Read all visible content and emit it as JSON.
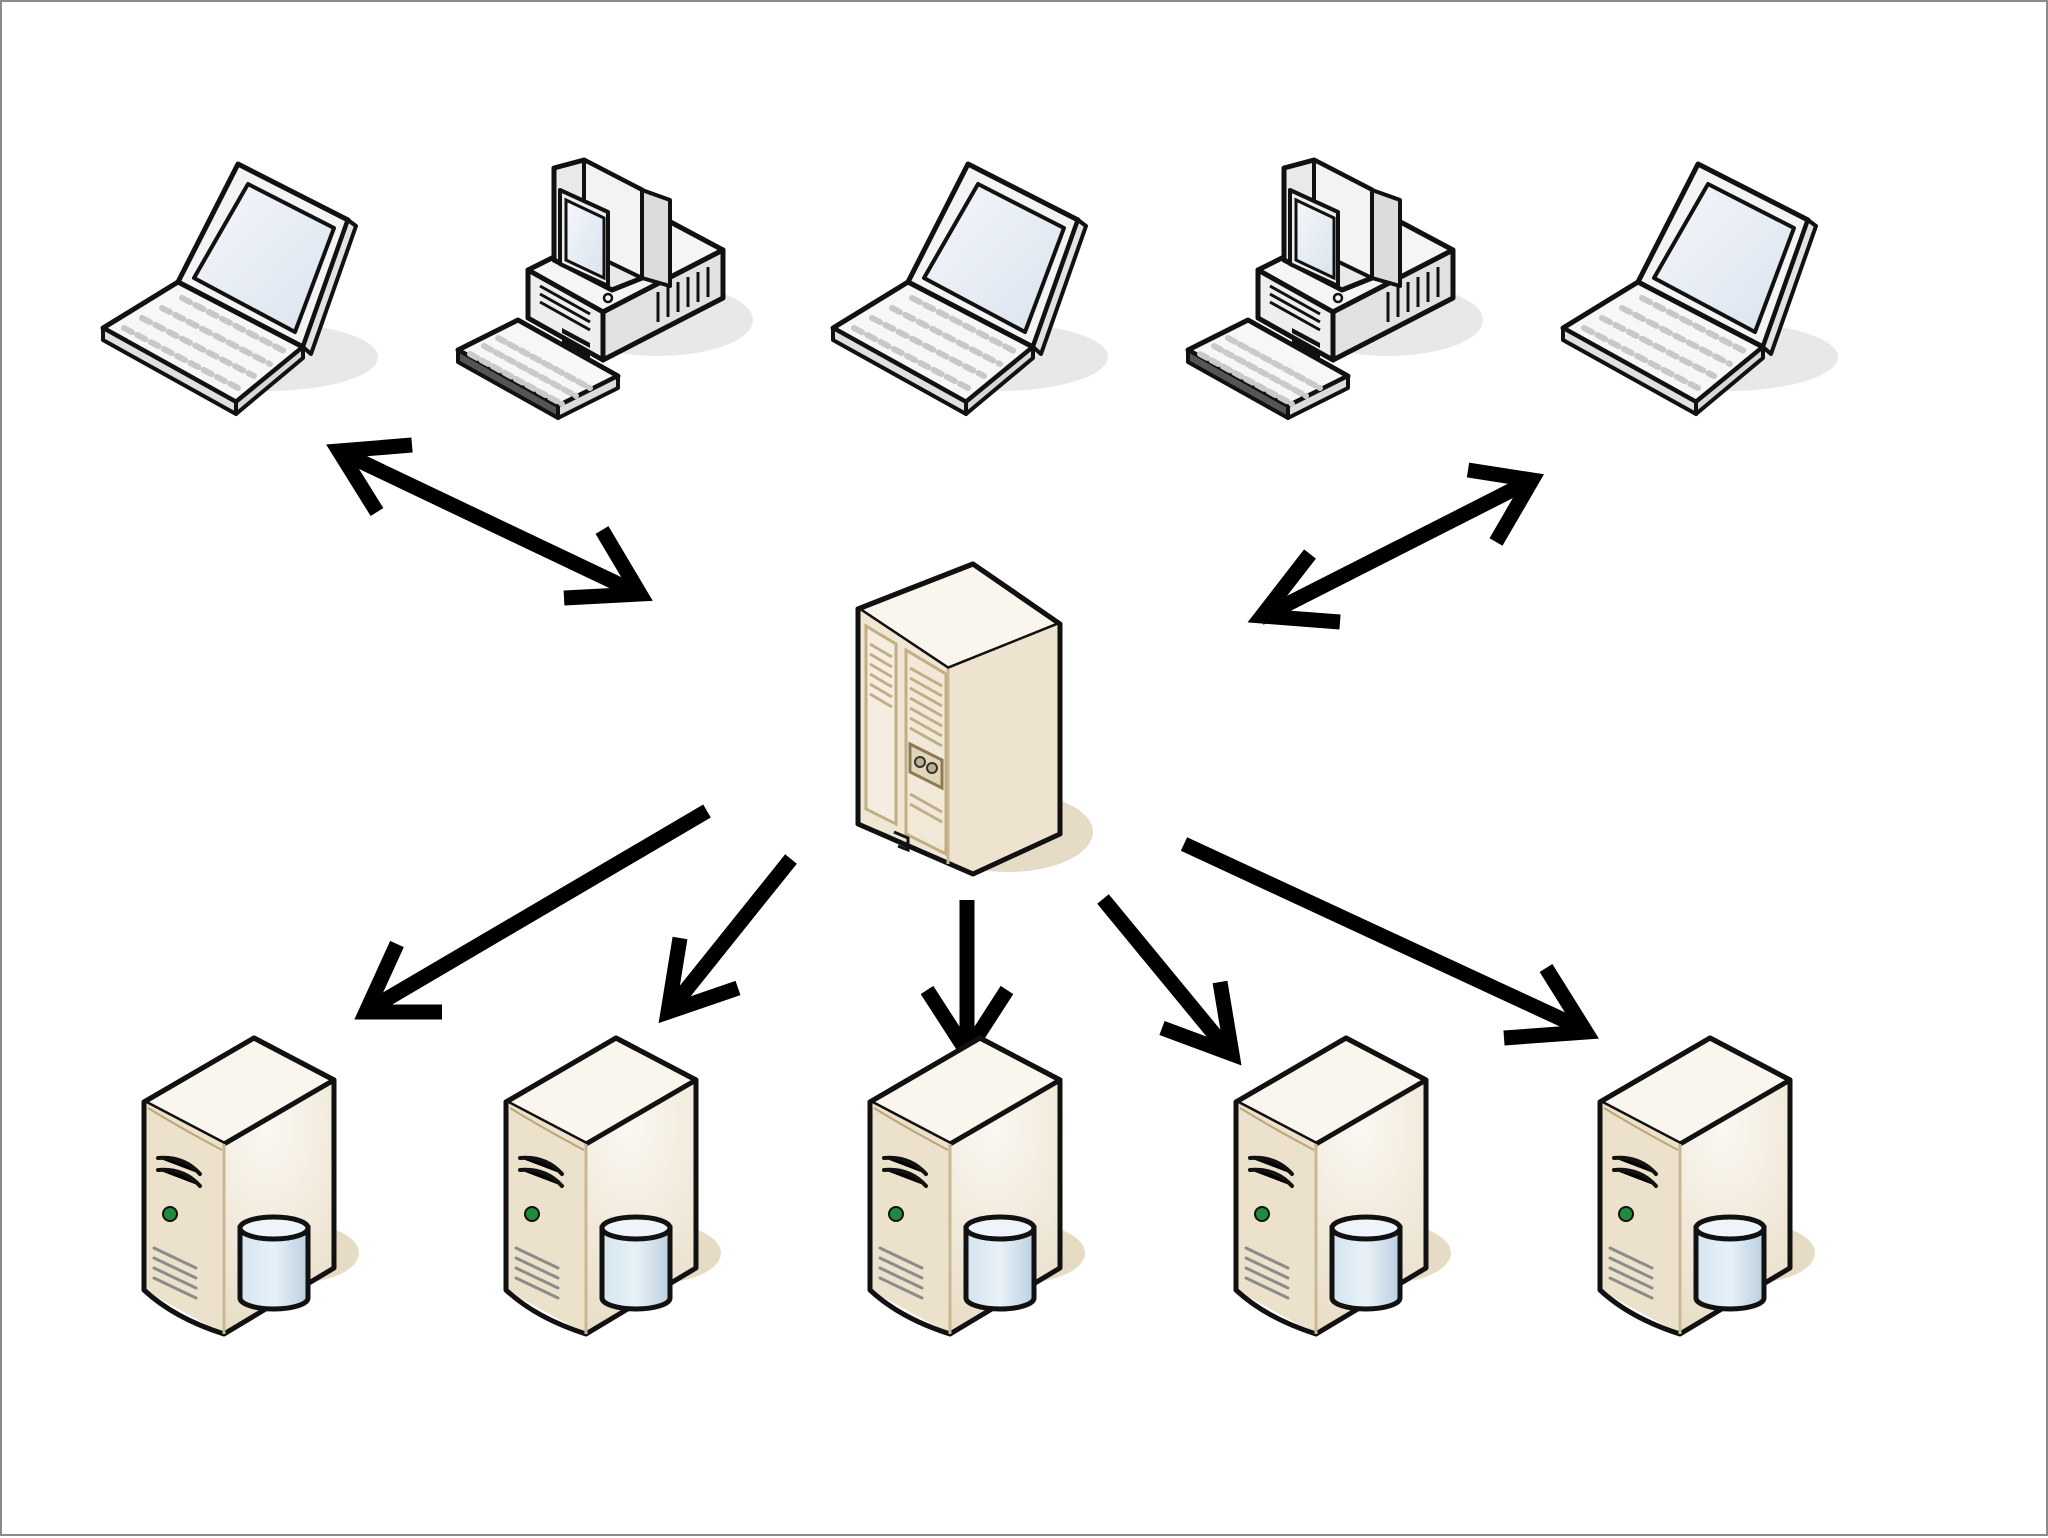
{
  "diagram": {
    "type": "network-topology",
    "nodes": [
      {
        "id": "laptop-1",
        "kind": "laptop",
        "tier": "clients"
      },
      {
        "id": "desktop-1",
        "kind": "desktop-pc",
        "tier": "clients"
      },
      {
        "id": "laptop-2",
        "kind": "laptop",
        "tier": "clients"
      },
      {
        "id": "desktop-2",
        "kind": "desktop-pc",
        "tier": "clients"
      },
      {
        "id": "laptop-3",
        "kind": "laptop",
        "tier": "clients"
      },
      {
        "id": "central-server",
        "kind": "tower-server",
        "tier": "hub"
      },
      {
        "id": "db-server-1",
        "kind": "database-server",
        "tier": "storage"
      },
      {
        "id": "db-server-2",
        "kind": "database-server",
        "tier": "storage"
      },
      {
        "id": "db-server-3",
        "kind": "database-server",
        "tier": "storage"
      },
      {
        "id": "db-server-4",
        "kind": "database-server",
        "tier": "storage"
      },
      {
        "id": "db-server-5",
        "kind": "database-server",
        "tier": "storage"
      }
    ],
    "edges": [
      {
        "from": "laptop-1",
        "to": "central-server",
        "direction": "bidirectional"
      },
      {
        "from": "laptop-3",
        "to": "central-server",
        "direction": "bidirectional"
      },
      {
        "from": "central-server",
        "to": "db-server-1",
        "direction": "forward"
      },
      {
        "from": "central-server",
        "to": "db-server-2",
        "direction": "forward"
      },
      {
        "from": "central-server",
        "to": "db-server-3",
        "direction": "forward"
      },
      {
        "from": "central-server",
        "to": "db-server-4",
        "direction": "forward"
      },
      {
        "from": "central-server",
        "to": "db-server-5",
        "direction": "forward"
      }
    ],
    "colors": {
      "outline": "#111111",
      "screen": "#e6ecf4",
      "device_body": "#f7f7f7",
      "server_beige": "#e8dcc4",
      "server_beige_light": "#f8f3ea",
      "server_beige_dark": "#d6c7a8",
      "db_cylinder": "#c9dcea",
      "led": "#1f8a3b",
      "shadow": "#e5e5e5",
      "arrow": "#000000"
    },
    "icons": [
      "laptop-icon",
      "desktop-pc-icon",
      "tower-server-icon",
      "database-server-icon"
    ]
  }
}
